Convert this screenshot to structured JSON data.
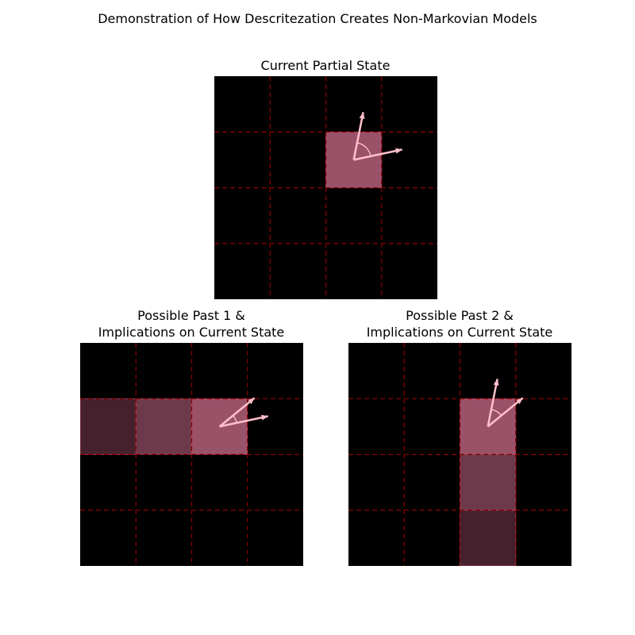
{
  "figure": {
    "title": "Demonstration of How Descritezation Creates Non-Markovian Models"
  },
  "panels": [
    {
      "title_line1": "Current Partial State",
      "title_line2": "",
      "grid_size": 4,
      "cells": [
        {
          "col": 2,
          "row": 1,
          "shade": "current"
        }
      ],
      "arrow_cell": {
        "col": 2,
        "row": 1
      }
    },
    {
      "title_line1": "Possible Past 1 &",
      "title_line2": "Implications on Current State",
      "grid_size": 4,
      "cells": [
        {
          "col": 0,
          "row": 1,
          "shade": "oldest"
        },
        {
          "col": 1,
          "row": 1,
          "shade": "older"
        },
        {
          "col": 2,
          "row": 1,
          "shade": "current"
        }
      ],
      "arrow_cell": {
        "col": 2,
        "row": 1
      }
    },
    {
      "title_line1": "Possible Past 2 &",
      "title_line2": "Implications on Current State",
      "grid_size": 4,
      "cells": [
        {
          "col": 2,
          "row": 3,
          "shade": "oldest"
        },
        {
          "col": 2,
          "row": 2,
          "shade": "older"
        },
        {
          "col": 2,
          "row": 1,
          "shade": "current"
        }
      ],
      "arrow_cell": {
        "col": 2,
        "row": 1
      }
    }
  ],
  "colors": {
    "background": "#000000",
    "grid_line": "#8b0000",
    "current": "#9a5268",
    "older": "#6e3a4b",
    "oldest": "#45212e",
    "arrow": "#ffc0cb"
  }
}
